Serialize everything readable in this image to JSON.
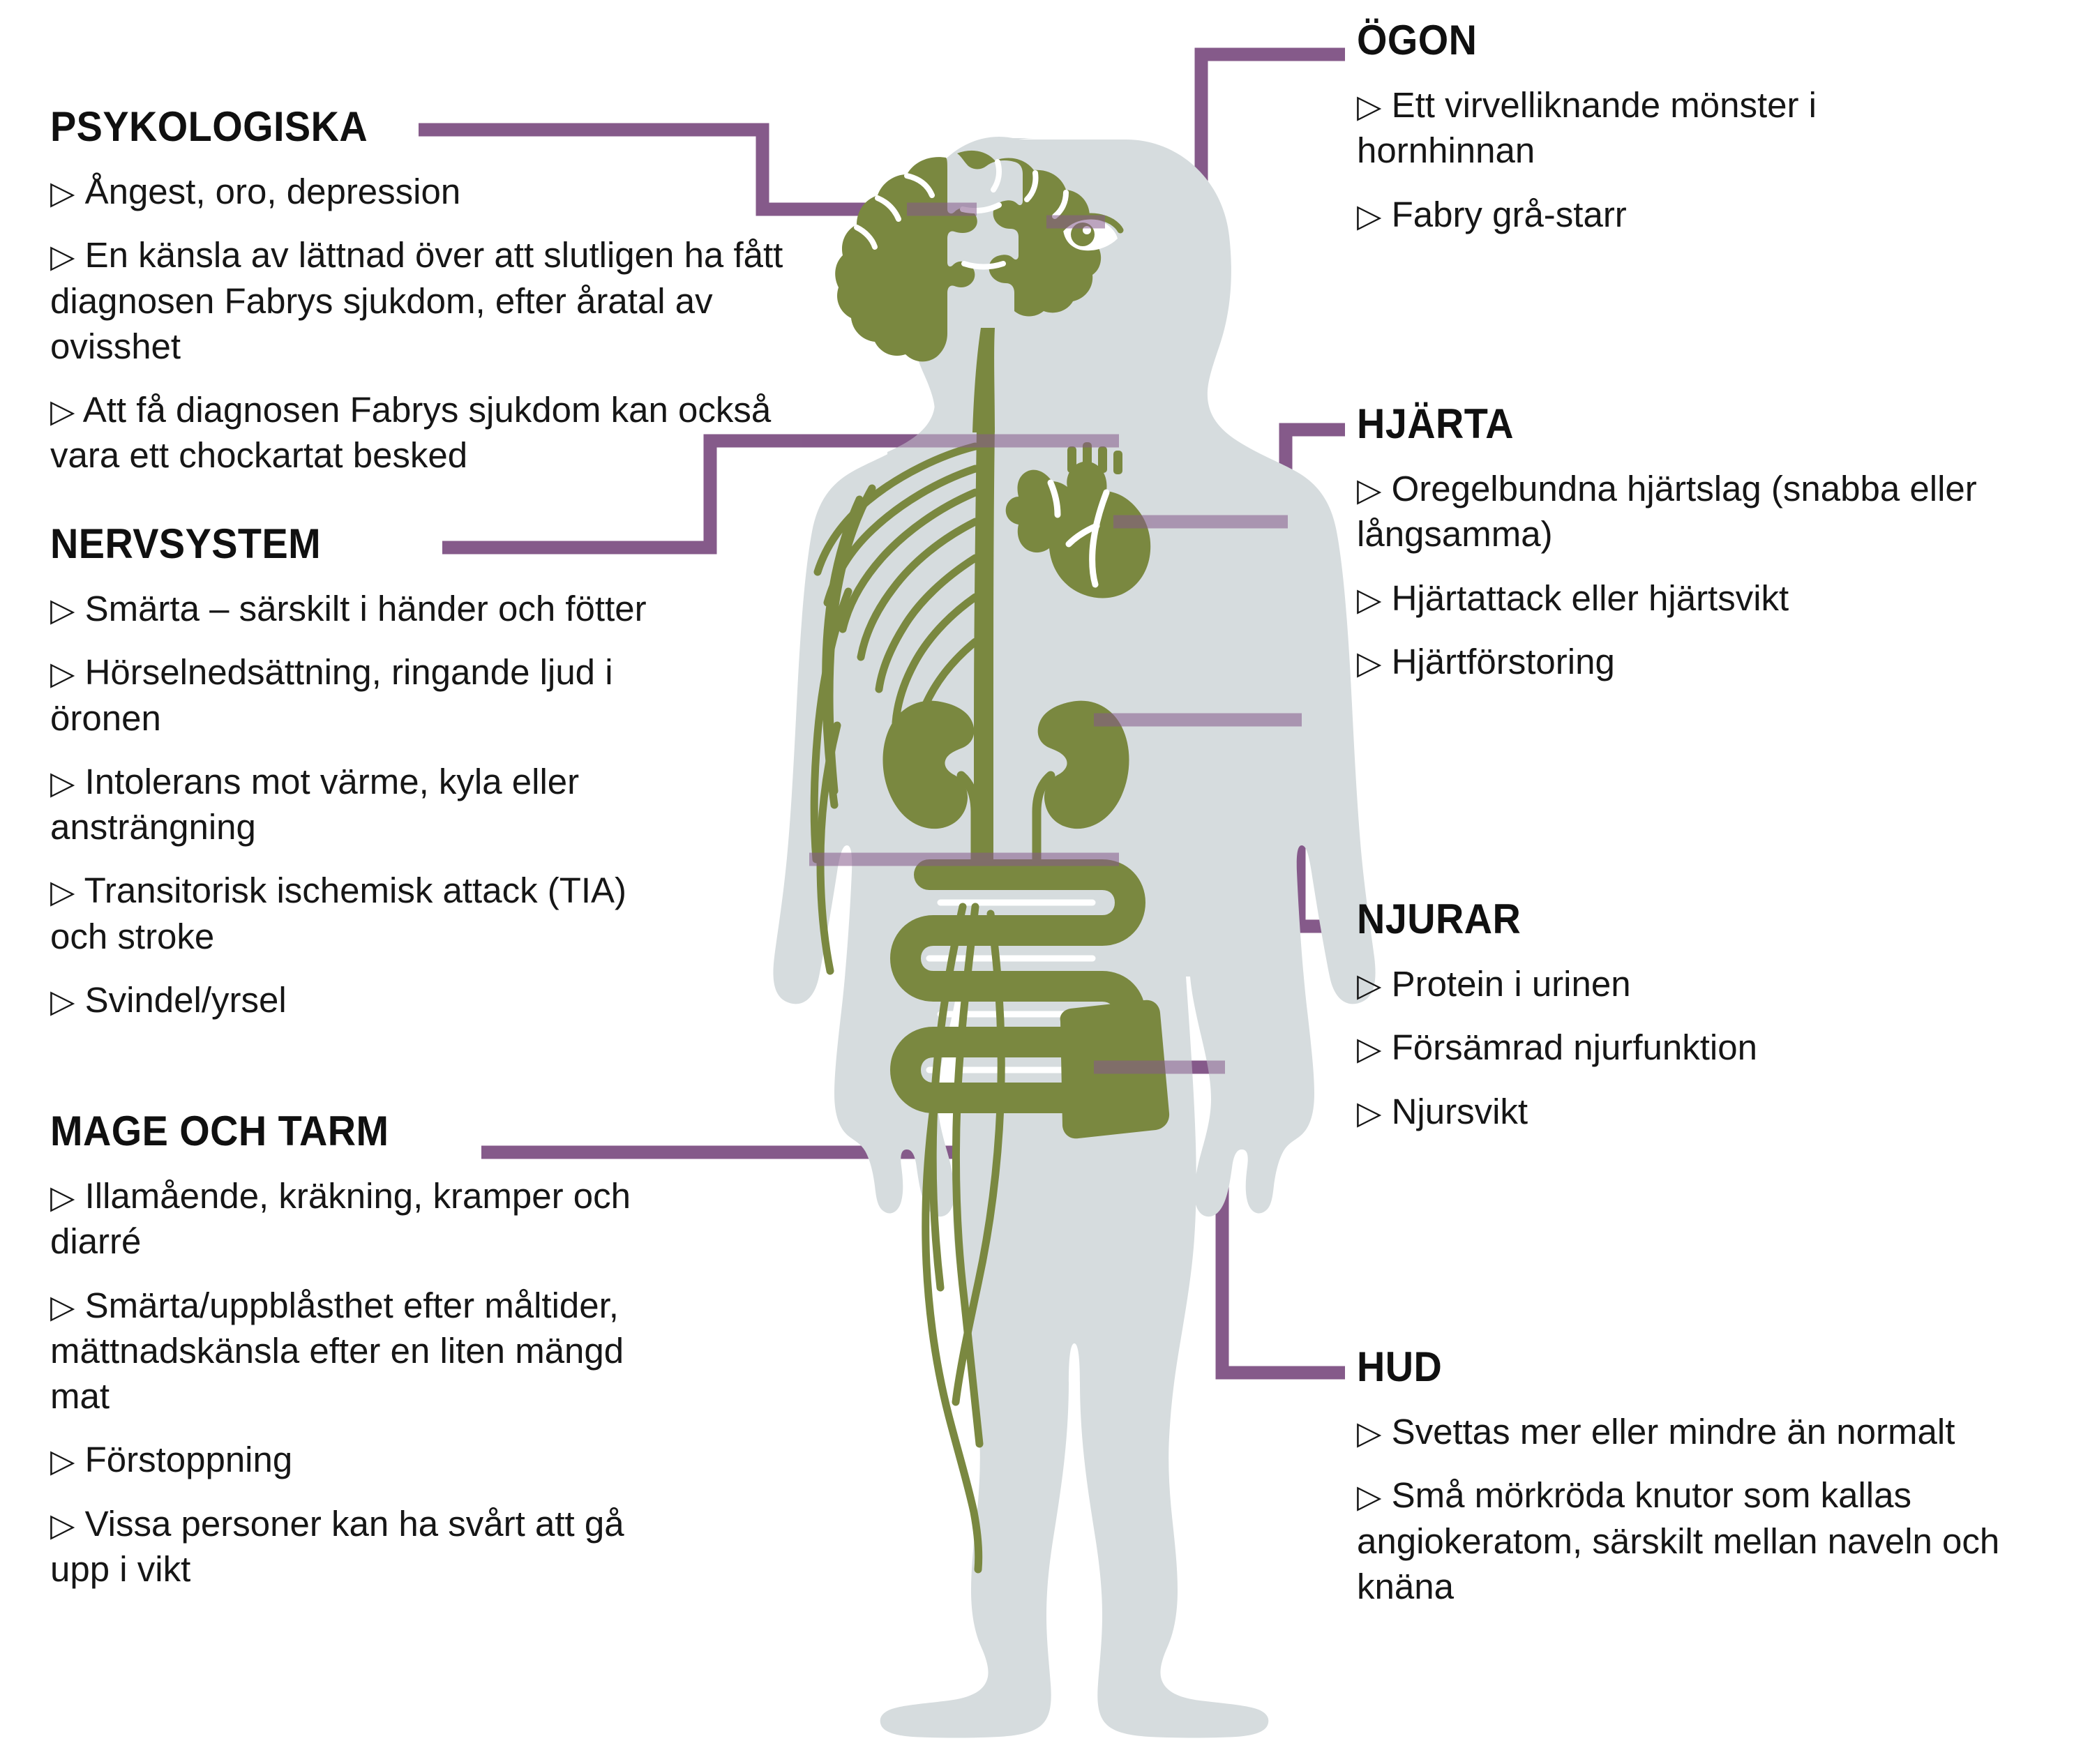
{
  "meta": {
    "bullet_glyph": "▷",
    "colors": {
      "organ_green": "#7A8840",
      "body_gray": "#D6DCDE",
      "connector_purple": "#855A8A",
      "text_black": "#161616",
      "background": "#FFFFFF"
    }
  },
  "sections": [
    {
      "id": "psykologiska",
      "heading": "PSYKOLOGISKA",
      "side": "left",
      "items": [
        "Ångest, oro, depression",
        "En känsla av lättnad över att slutligen ha fått diagnosen Fabrys sjukdom, efter åratal av ovisshet",
        "Att få diagnosen Fabrys sjukdom kan också vara ett chockartat besked"
      ]
    },
    {
      "id": "nervsystem",
      "heading": "NERVSYSTEM",
      "side": "left",
      "items": [
        "Smärta – särskilt i händer och fötter",
        "Hörselnedsättning, ringande ljud i öronen",
        "Intolerans mot värme, kyla eller ansträngning",
        "Transitorisk ischemisk attack (TIA) och stroke",
        "Svindel/yrsel"
      ]
    },
    {
      "id": "mage-och-tarm",
      "heading": "MAGE OCH TARM",
      "side": "left",
      "items": [
        "Illamående, kräkning, kramper och diarré",
        "Smärta/uppblåsthet efter måltider, mättnadskänsla efter en liten mängd mat",
        "Förstoppning",
        "Vissa personer kan ha svårt att gå upp i vikt"
      ]
    },
    {
      "id": "ogon",
      "heading": "ÖGON",
      "side": "right",
      "items": [
        "Ett virvelliknande mönster i hornhinnan",
        "Fabry grå-starr"
      ]
    },
    {
      "id": "hjarta",
      "heading": "HJÄRTA",
      "side": "right",
      "items": [
        "Oregelbundna hjärtslag (snabba eller långsamma)",
        "Hjärtattack eller hjärtsvikt",
        "Hjärtförstoring"
      ]
    },
    {
      "id": "njurar",
      "heading": "NJURAR",
      "side": "right",
      "items": [
        "Protein i urinen",
        "Försämrad njurfunktion",
        "Njursvikt"
      ]
    },
    {
      "id": "hud",
      "heading": "HUD",
      "side": "right",
      "items": [
        "Svettas mer eller mindre än normalt",
        "Små mörkröda knutor som kallas angiokeratom, särskilt mellan naveln och knäna"
      ]
    }
  ],
  "anatomy": {
    "silhouette": "human-body-front-silhouette",
    "organs": [
      "brain",
      "eye",
      "heart",
      "kidney-left",
      "kidney-right",
      "intestine-coil",
      "spinal-cord",
      "nerve-branches",
      "skin-patch"
    ]
  }
}
